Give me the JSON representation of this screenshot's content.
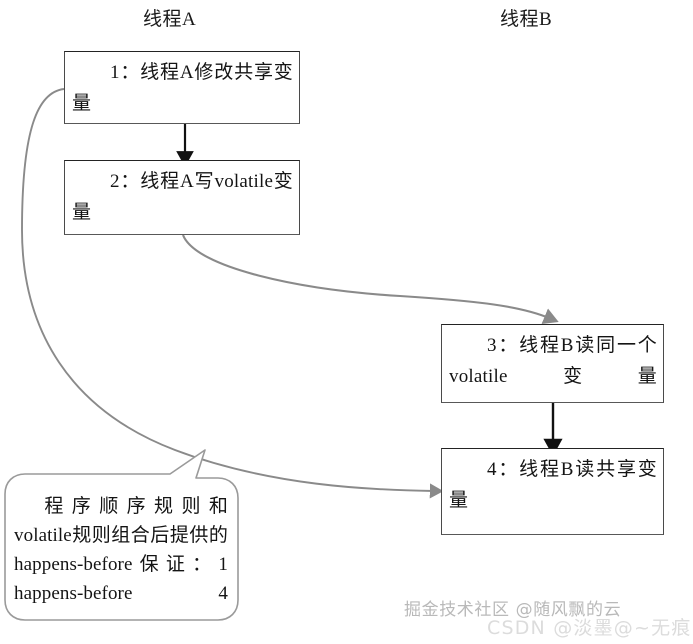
{
  "diagram": {
    "title_a": "线程A",
    "title_b": "线程B",
    "boxes": [
      {
        "id": 1,
        "text": "1：线程A修改共享变量"
      },
      {
        "id": 2,
        "text": "2：线程A写volatile变量"
      },
      {
        "id": 3,
        "text": "3：线程B读同一个volatile变量"
      },
      {
        "id": 4,
        "text": "4：线程B读共享变量"
      }
    ],
    "callout": {
      "text": "程序顺序规则和volatile规则组合后提供的happens-before保证：1 happens-before 4"
    },
    "edges": [
      {
        "from": 1,
        "to": 2,
        "style": "straight-black-arrow"
      },
      {
        "from": 2,
        "to": 3,
        "style": "curved-gray-arrow"
      },
      {
        "from": 3,
        "to": 4,
        "style": "straight-black-arrow"
      },
      {
        "from": 1,
        "to": 4,
        "style": "long-curved-gray-arrow"
      }
    ],
    "colors": {
      "box_border": "#4a4a4a",
      "black_arrow": "#111111",
      "gray_arrow": "#8a8a8a",
      "callout_border": "#9a9a9a",
      "background": "#ffffff",
      "text": "#141414"
    }
  },
  "watermarks": {
    "primary": "掘金技术社区 @随风飘的云",
    "secondary": "CSDN @淡墨@~无痕"
  }
}
